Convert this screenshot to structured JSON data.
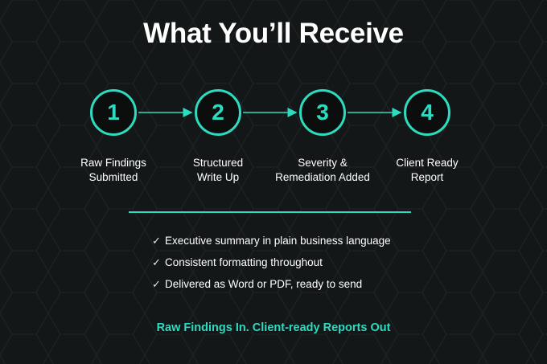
{
  "title": "What You’ll Receive",
  "accent_color": "#2ddcc0",
  "steps": [
    {
      "number": "1",
      "label_line1": "Raw Findings",
      "label_line2": "Submitted"
    },
    {
      "number": "2",
      "label_line1": "Structured",
      "label_line2": "Write Up"
    },
    {
      "number": "3",
      "label_line1": "Severity &",
      "label_line2": "Remediation Added"
    },
    {
      "number": "4",
      "label_line1": "Client Ready",
      "label_line2": "Report"
    }
  ],
  "benefits": [
    {
      "check": "✓",
      "text": "Executive summary in plain business language"
    },
    {
      "check": "✓",
      "text": "Consistent formatting throughout"
    },
    {
      "check": "✓",
      "text": "Delivered as Word or PDF, ready to send"
    }
  ],
  "tagline": "Raw Findings In. Client-ready Reports Out"
}
